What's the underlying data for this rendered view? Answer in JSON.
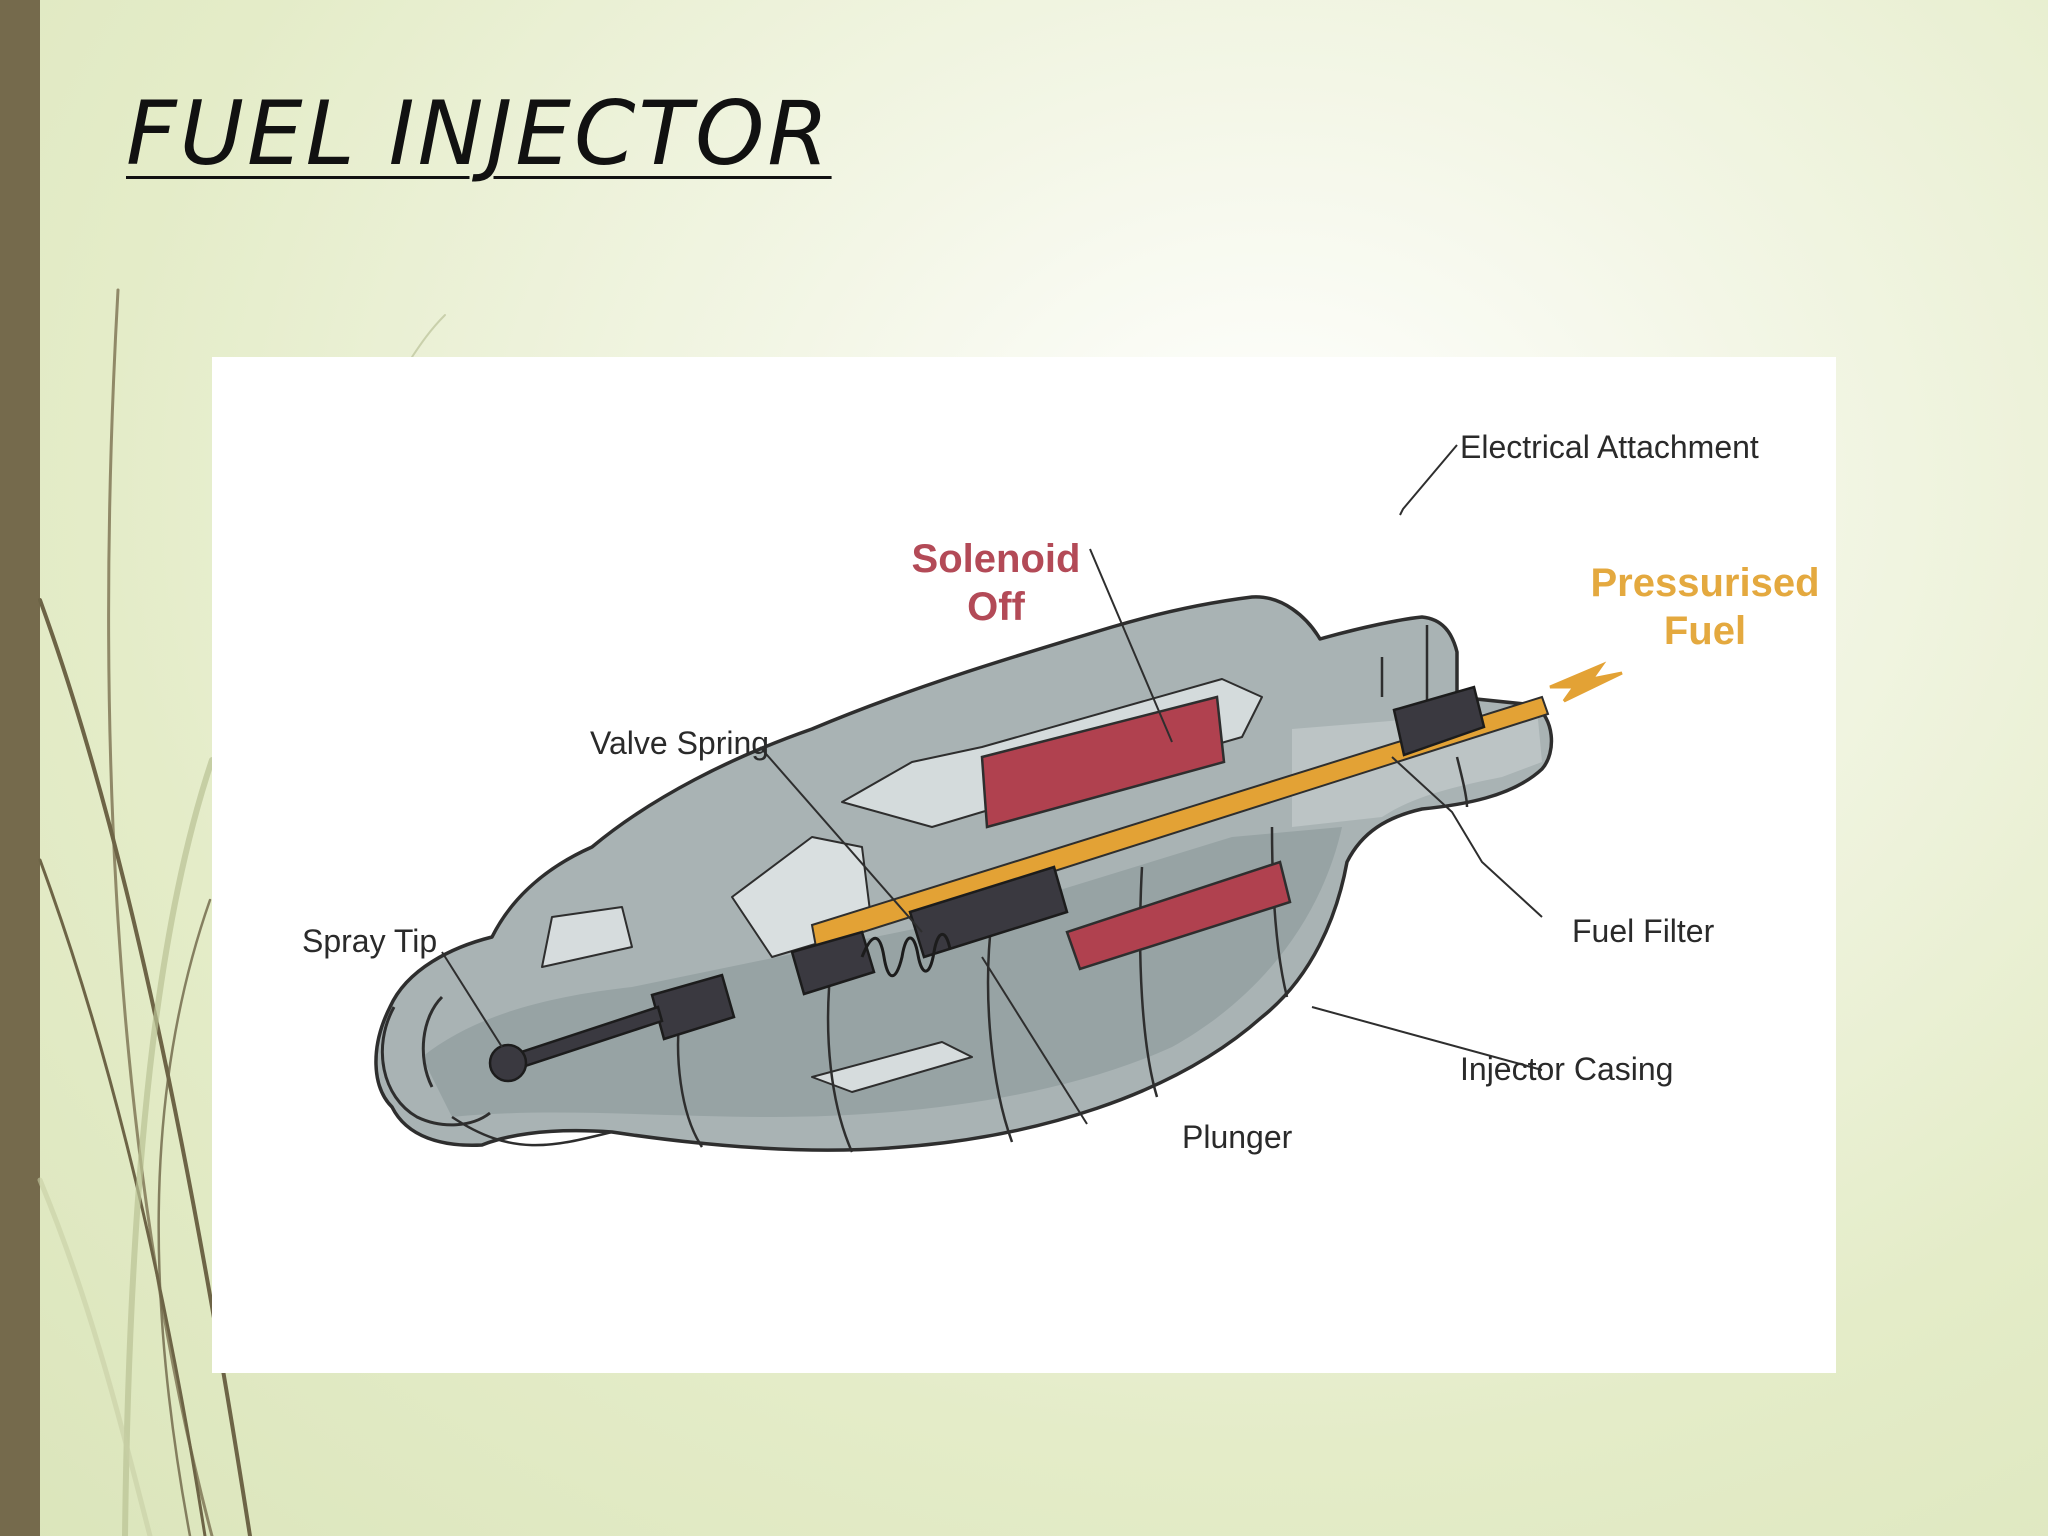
{
  "slide": {
    "title": "FUEL INJECTOR"
  },
  "diagram": {
    "labels": {
      "electrical_attachment": "Electrical Attachment",
      "solenoid_line1": "Solenoid",
      "solenoid_line2": "Off",
      "pressurised_line1": "Pressurised",
      "pressurised_line2": "Fuel",
      "valve_spring": "Valve Spring",
      "spray_tip": "Spray Tip",
      "fuel_filter": "Fuel Filter",
      "injector_casing": "Injector Casing",
      "plunger": "Plunger"
    },
    "colors": {
      "casing": "#a9b3b4",
      "casing_dark": "#8d999a",
      "outline": "#2e2e2e",
      "solenoid": "#b0414f",
      "fuel": "#e3a235",
      "plunger": "#3a3940"
    }
  }
}
